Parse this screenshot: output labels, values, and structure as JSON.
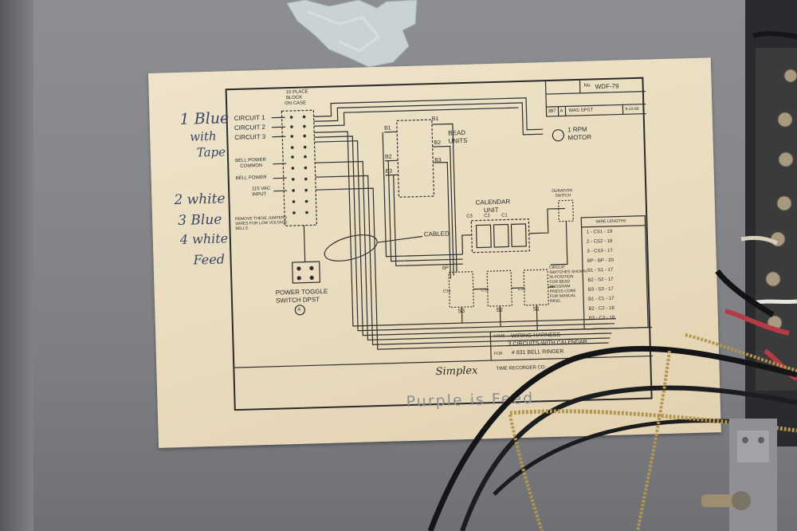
{
  "diagram": {
    "number_label": "No.",
    "number": "WDF-79",
    "revision": {
      "id": "387",
      "letter": "A",
      "note": "WAS SPST",
      "date": "9-23-66"
    },
    "block_label_lines": [
      "10 PLACE",
      "BLOCK",
      "ON CASE"
    ],
    "circuits": [
      "CIRCUIT 1",
      "CIRCUIT 2",
      "CIRCUIT 3"
    ],
    "bell_power_common_lines": [
      "BELL POWER",
      "COMMON"
    ],
    "bell_power": "BELL POWER",
    "vac_input_lines": [
      "115 VAC",
      "INPUT"
    ],
    "jumper_note_lines": [
      "REMOVE THESE JUMPERS",
      "WIRES FOR LOW VOLTAGE",
      "BELLS"
    ],
    "toggle_label_lines": [
      "POWER TOGGLE",
      "SWITCH DPST"
    ],
    "toggle_marker": "A",
    "bead_units_lines": [
      "BEAD",
      "UNITS"
    ],
    "bead_labels": [
      "B1",
      "B1",
      "B2",
      "B2",
      "B3",
      "B3"
    ],
    "motor_lines": [
      "1 RPM",
      "MOTOR"
    ],
    "calendar_unit_lines": [
      "CALENDAR",
      "UNIT"
    ],
    "calendar_contacts": [
      "C3",
      "C2",
      "C1"
    ],
    "cabled": "CABLED",
    "duration_switch_lines": [
      "DURATION",
      "SWITCH"
    ],
    "circuit_switches": [
      "S3",
      "S2",
      "S1"
    ],
    "circuit_switch_codes": [
      "CS3",
      "CS2",
      "CS1"
    ],
    "bp_label": "BP",
    "circuit_switch_note_lines": [
      "CIRCUIT",
      "SWITCHES SHOWN",
      "IN POSITION",
      "FOR BEAD",
      "PROGRAM",
      "PRESS CORE",
      "FOR MANUAL",
      "RING."
    ],
    "wire_lengths_title": "WIRE LENGTHS",
    "wire_lengths": [
      "1 - CS1 - 19",
      "2 - CS2 - 18",
      "3 - CS3 - 17",
      "BP - BP - 20",
      "B1 - S1 - 17",
      "B2 - S2 - 17",
      "B3 - S3 - 17",
      "B1 - C1 - 17",
      "B2 - C2 - 18",
      "B3 - C3 - 18"
    ],
    "name_label": "NAME",
    "name_lines": [
      "WIRING HARNESS",
      "3 CIRCUITS-WITH CALENDAR"
    ],
    "for_label": "FOR",
    "for_value": "# 831 BELL RINGER",
    "company": "TIME RECORDER CO.",
    "logo": "Simplex"
  },
  "handwriting": {
    "notes": [
      "1 Blue",
      "with",
      "Tape",
      "2 white",
      "3 Blue",
      "4 white",
      "Feed"
    ],
    "bottom_pencil": "Purple is Feed"
  }
}
